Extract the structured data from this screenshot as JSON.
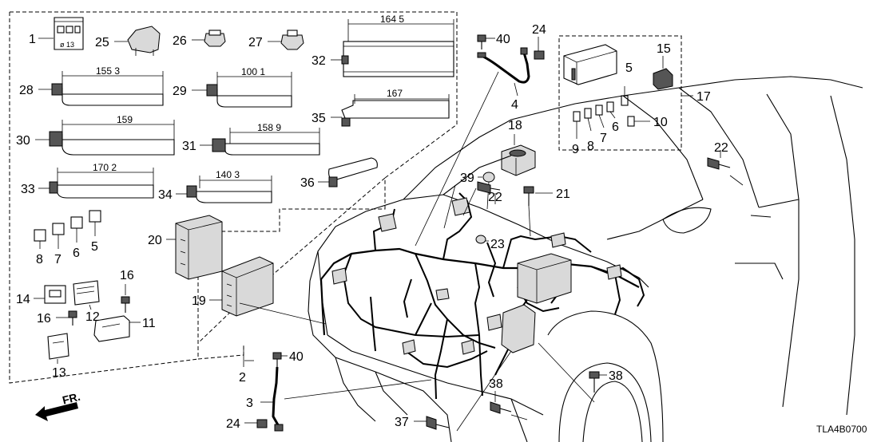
{
  "callouts": {
    "c1": "1",
    "c25": "25",
    "c26": "26",
    "c27": "27",
    "c32": "32",
    "c40a": "40",
    "c24a": "24",
    "c28": "28",
    "c29": "29",
    "c4": "4",
    "c35": "35",
    "c30": "30",
    "c31": "31",
    "c33": "33",
    "c34": "34",
    "c36": "36",
    "c5a": "5",
    "c15": "15",
    "c17": "17",
    "c9a": "9",
    "c8a": "8",
    "c7a": "7",
    "c6a": "6",
    "c10": "10",
    "c18": "18",
    "c39": "39",
    "c22a": "22",
    "c21": "21",
    "c22b": "22",
    "c23": "23",
    "c8b": "8",
    "c7b": "7",
    "c6b": "6",
    "c5b": "5",
    "c20": "20",
    "c16a": "16",
    "c14": "14",
    "c12": "12",
    "c19": "19",
    "c16b": "16",
    "c11": "11",
    "c13": "13",
    "c40b": "40",
    "c2": "2",
    "c3": "3",
    "c24b": "24",
    "c37": "37",
    "c38a": "38",
    "c38b": "38"
  },
  "dimensions": {
    "d32": "164 5",
    "d28": "155 3",
    "d29": "100 1",
    "d35": "167",
    "d30": "159",
    "d31": "158 9",
    "d33": "170 2",
    "d34": "140 3"
  },
  "part1_marking": "ø 13",
  "front_label": "FR.",
  "figure_code": "TLA4B0700"
}
